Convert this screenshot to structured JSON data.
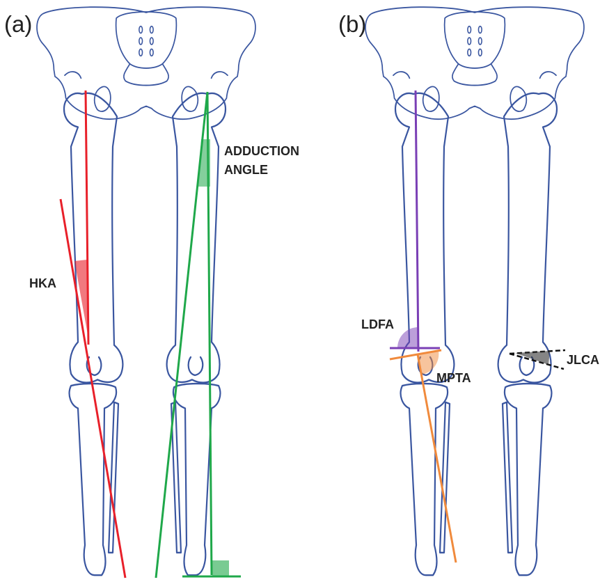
{
  "panels": [
    {
      "id": "a",
      "label": "(a)"
    },
    {
      "id": "b",
      "label": "(b)"
    }
  ],
  "labels": {
    "hka": "HKA",
    "adduction_line1": "ADDUCTION",
    "adduction_line2": "ANGLE",
    "ldfa": "LDFA",
    "mpta": "MPTA",
    "jlca": "JLCA"
  },
  "colors": {
    "bone_outline": "#3a56a0",
    "hka": "#e8202a",
    "adduction": "#1fa84a",
    "ldfa": "#7a3fb5",
    "mpta": "#f08a3c",
    "jlca": "#111111"
  }
}
